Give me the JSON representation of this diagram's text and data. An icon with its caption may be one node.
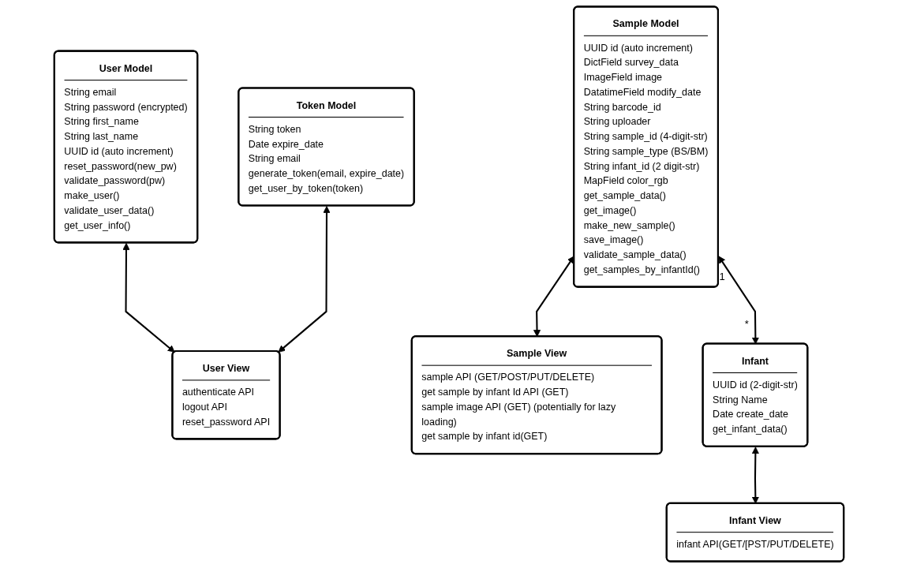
{
  "diagram": {
    "nodes": [
      {
        "text": [
          "User Model",
          "String email",
          "String password (encrypted)",
          "String first_name",
          "String last_name",
          "UUID id (auto increment)",
          "reset_password(new_pw)",
          "validate_password(pw)",
          "make_user()",
          "validate_user_data()",
          "get_user_info()"
        ]
      },
      {
        "text": [
          "Sample Model",
          "UUID id (auto increment)",
          "DictField survey_data",
          "ImageField image",
          "DatatimeField modify_date",
          "String barcode_id",
          "String uploader",
          "String sample_id (4-digit-str)",
          "String sample_type (BS/BM)",
          "String infant_id (2 digit-str)",
          "MapField color_rgb",
          "get_sample_data()",
          "get_image()",
          "make_new_sample()",
          "save_image()",
          "validate_sample_data()",
          "get_samples_by_infantId()"
        ]
      },
      {
        "text": [
          "Infant",
          "UUID id (2-digit-str)",
          "String Name",
          "Date create_date",
          "get_infant_data()"
        ]
      },
      {
        "text": [
          "Token Model",
          "String token",
          "Date expire_date",
          "String email",
          "generate_token(email, expire_date)",
          "get_user_by_token(token)"
        ]
      },
      {
        "text": [
          "User View",
          "authenticate API",
          "logout API",
          "reset_password API"
        ]
      },
      {
        "text": [
          "Sample View",
          "sample API (GET/POST/PUT/DELETE)",
          "get sample by infant Id API (GET)",
          "sample image API (GET) (potentially for lazy loading)",
          "get sample by infant id(GET)"
        ]
      },
      {
        "text": [
          "Infant View",
          "infant API(GET/[PST/PUT/DELETE)"
        ]
      }
    ],
    "edges": [
      {
        "from": 0,
        "to": 4,
        "arrow": "both"
      },
      {
        "from": 3,
        "to": 4,
        "arrow": "both"
      },
      {
        "from": 1,
        "to": 2,
        "arrow": "both"
      },
      {
        "from": 1,
        "to": 5,
        "arrow": "both"
      },
      {
        "from": 2,
        "to": 6,
        "arrow": "both"
      }
    ],
    "labels": [
      "1",
      "*"
    ]
  }
}
